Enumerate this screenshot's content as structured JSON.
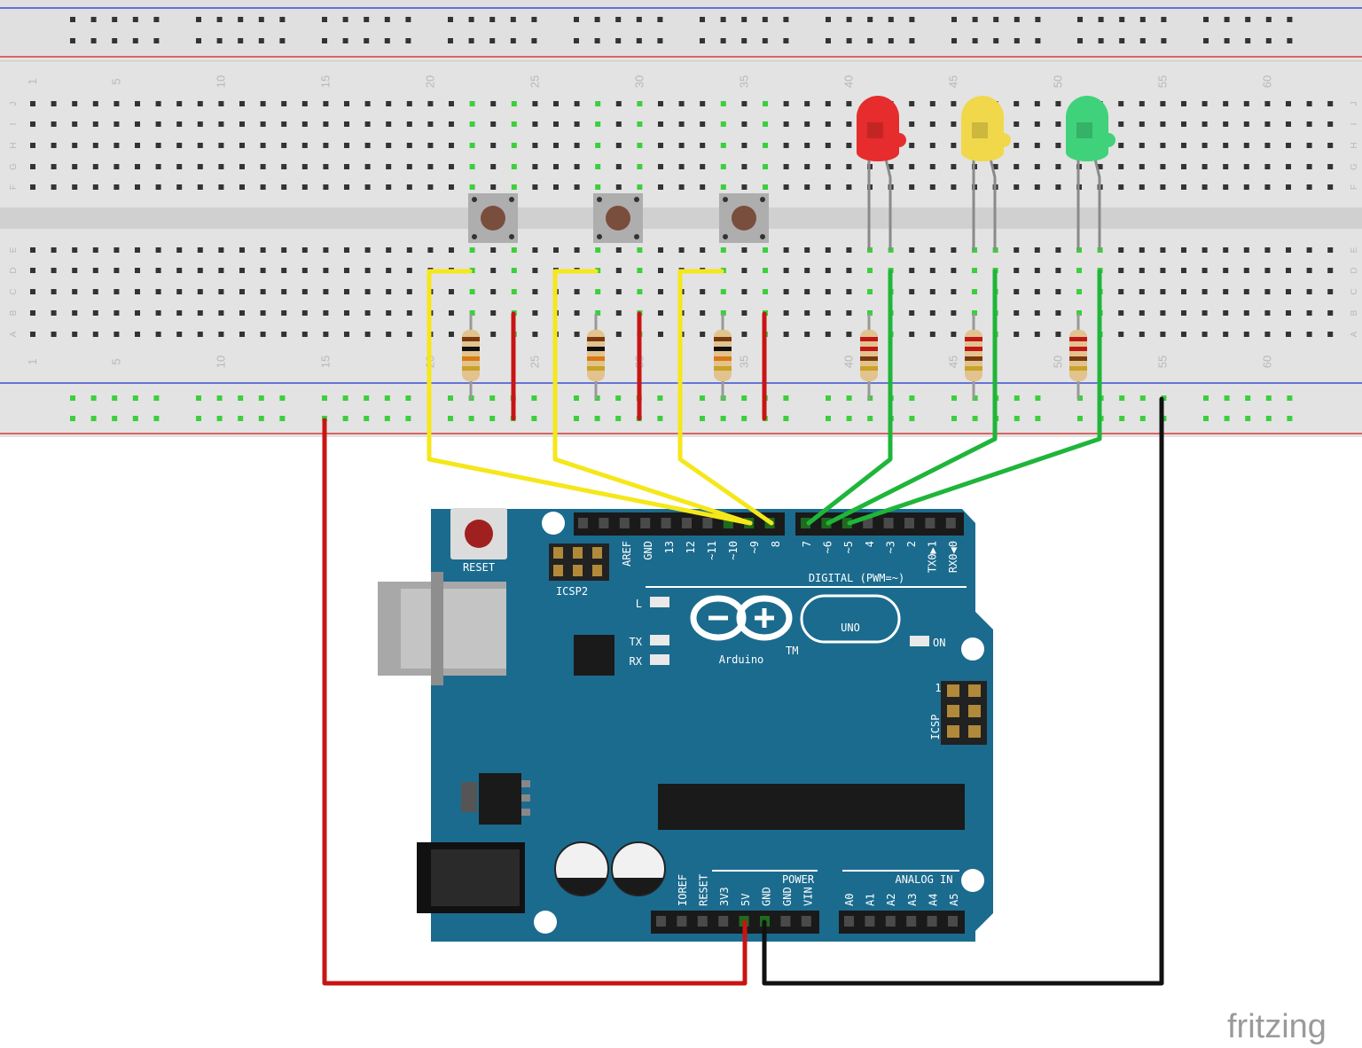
{
  "breadboard": {
    "column_numbers": [
      "1",
      "5",
      "10",
      "15",
      "20",
      "25",
      "30",
      "35",
      "40",
      "45",
      "50",
      "55",
      "60"
    ],
    "row_letters_top": [
      "J",
      "I",
      "H",
      "G",
      "F"
    ],
    "row_letters_bottom": [
      "E",
      "D",
      "C",
      "B",
      "A"
    ]
  },
  "arduino": {
    "reset_label": "RESET",
    "icsp2_label": "ICSP2",
    "icsp_label": "ICSP",
    "icsp_pin1": "1",
    "digital_header_label": "DIGITAL (PWM=~)",
    "digital_pins": [
      "AREF",
      "GND",
      "13",
      "12",
      "~11",
      "~10",
      "~9",
      "8",
      "7",
      "~6",
      "~5",
      "4",
      "~3",
      "2",
      "TX0▶1",
      "RX0◀0"
    ],
    "power_header_label": "POWER",
    "power_pins": [
      "IOREF",
      "RESET",
      "3V3",
      "5V",
      "GND",
      "GND",
      "VIN"
    ],
    "analog_header_label": "ANALOG IN",
    "analog_pins": [
      "A0",
      "A1",
      "A2",
      "A3",
      "A4",
      "A5"
    ],
    "led_labels": {
      "l": "L",
      "tx": "TX",
      "rx": "RX",
      "on": "ON"
    },
    "model": "UNO",
    "brand": "Arduino",
    "trademark": "TM"
  },
  "components": {
    "buttons": [
      "button-1",
      "button-2",
      "button-3"
    ],
    "leds": [
      {
        "name": "red-led",
        "color": "#e62c2c"
      },
      {
        "name": "yellow-led",
        "color": "#f0d84a"
      },
      {
        "name": "green-led",
        "color": "#3fd27a"
      }
    ],
    "wire_colors": {
      "yellow": "#f5e71a",
      "green": "#1fb53a",
      "red": "#c91414",
      "black": "#111111"
    },
    "board_color": "#1b6b8e"
  },
  "watermark": "fritzing"
}
